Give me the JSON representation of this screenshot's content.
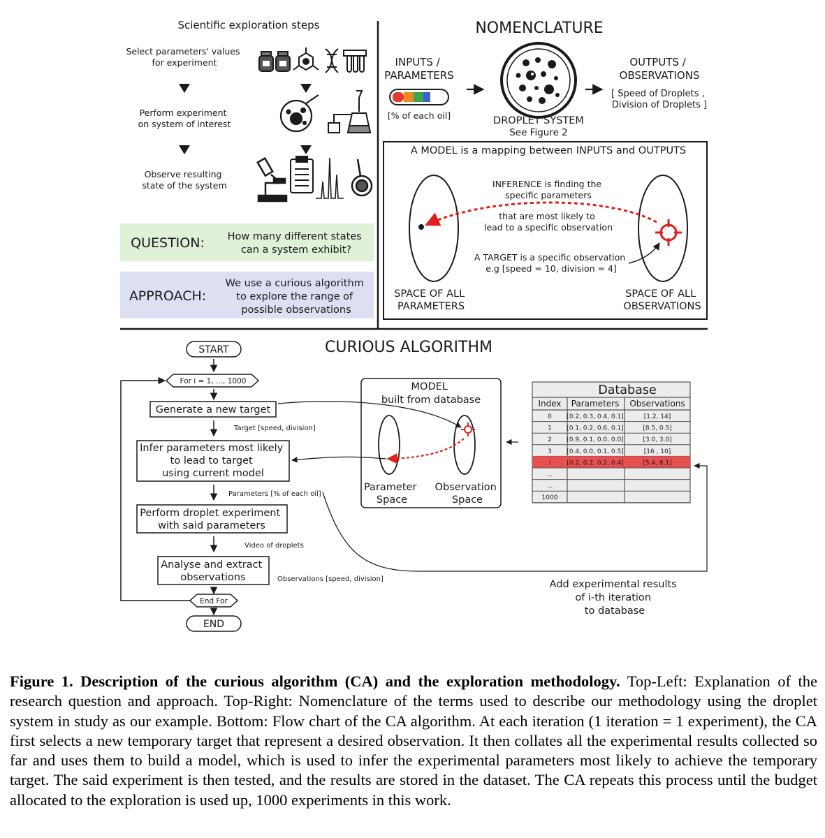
{
  "top_left": {
    "heading": "Scientific exploration steps",
    "steps": [
      [
        "Select parameters' values",
        "for experiment"
      ],
      [
        "Perform experiment",
        "on system of interest"
      ],
      [
        "Observe resulting",
        "state of the system"
      ]
    ],
    "question_label": "QUESTION:",
    "question_text": [
      "How many different states",
      "can a system exhibit?"
    ],
    "approach_label": "APPROACH:",
    "approach_text": [
      "We use a curious algorithm",
      "to explore the range of",
      "possible observations"
    ]
  },
  "nomenclature": {
    "title": "NOMENCLATURE",
    "inputs": [
      "INPUTS /",
      "PARAMETERS"
    ],
    "inputs_unit": "[% of each oil]",
    "droplet": "DROPLET SYSTEM",
    "droplet_ref": "See Figure 2",
    "outputs": [
      "OUTPUTS /",
      "OBSERVATIONS"
    ],
    "outputs_list": [
      "[ Speed of Droplets ,",
      "Division of Droplets ]"
    ],
    "model_def": "A MODEL is a mapping  between INPUTS and  OUTPUTS",
    "inference": [
      "INFERENCE is finding the",
      "specific parameters"
    ],
    "inference2": [
      "that are most likely to",
      "lead to a specific observation"
    ],
    "target": [
      "A TARGET is a specific  observation",
      "e.g [speed = 10, division = 4]"
    ],
    "space_params": [
      "SPACE OF ALL",
      "PARAMETERS"
    ],
    "space_obs": [
      "SPACE OF ALL",
      "OBSERVATIONS"
    ]
  },
  "flowchart": {
    "title": "CURIOUS ALGORITHM",
    "start": "START",
    "loop": "For i = 1, ..., 1000",
    "generate": "Generate a new target",
    "target_label": "Target [speed, division]",
    "infer": [
      "Infer parameters most likely",
      "to lead to target",
      "using current model"
    ],
    "params_label": "Parameters [% of each oil]",
    "perform": [
      "Perform droplet experiment",
      "with said parameters"
    ],
    "video_label": "Video of droplets",
    "analyse": [
      "Analyse and extract",
      "observations"
    ],
    "obs_label": "Observations [speed, division]",
    "end_for": "End For",
    "end": "END",
    "model": [
      "MODEL",
      "built from database"
    ],
    "param_space": [
      "Parameter",
      "Space"
    ],
    "obs_space": [
      "Observation",
      "Space"
    ],
    "add_results": [
      "Add experimental results",
      "of i-th iteration",
      "to database"
    ]
  },
  "database": {
    "title": "Database",
    "headers": [
      "Index",
      "Parameters",
      "Observations"
    ],
    "rows": [
      [
        "0",
        "[0.2, 0.3, 0.4, 0.1]",
        "[1.2,  14]"
      ],
      [
        "1",
        "[0.1, 0.2, 0.6, 0.1]",
        "[8.5, 0.5]"
      ],
      [
        "2",
        "[0.9, 0.1, 0.0, 0.0]",
        "[3.0, 3.0]"
      ],
      [
        "3",
        "[0.4, 0.0, 0.1, 0.5]",
        "[16 ,  10]"
      ],
      [
        "i",
        "[0.2, 0.2, 0.2, 0.4]",
        "[5.4, 8.1]"
      ],
      [
        "...",
        "",
        ""
      ],
      [
        "...",
        "",
        ""
      ],
      [
        "1000",
        "",
        ""
      ]
    ],
    "highlight_row": 4,
    "highlight_color": "#e8504f"
  },
  "colors": {
    "question_bg": "#dff1d9",
    "approach_bg": "#dde0f3",
    "arrow_red": "#e0201b"
  },
  "caption": {
    "bold": "Figure 1. Description of the curious algorithm (CA) and the exploration methodology.",
    "text": " Top-Left: Explanation of the research question and approach. Top-Right: Nomenclature of the terms used to describe our methodology using the droplet system in study as our example. Bottom: Flow chart of the CA algorithm. At each iteration (1 iteration = 1 experiment), the CA first selects a new temporary target that represent a desired observation. It then collates all the experimental results collected so far and uses them to build a model, which is used to infer the experimental parameters most likely to achieve the temporary target. The said experiment is then tested, and the results are stored in the dataset. The CA repeats this process until the budget allocated to the exploration is used up, 1000 experiments in this work."
  }
}
